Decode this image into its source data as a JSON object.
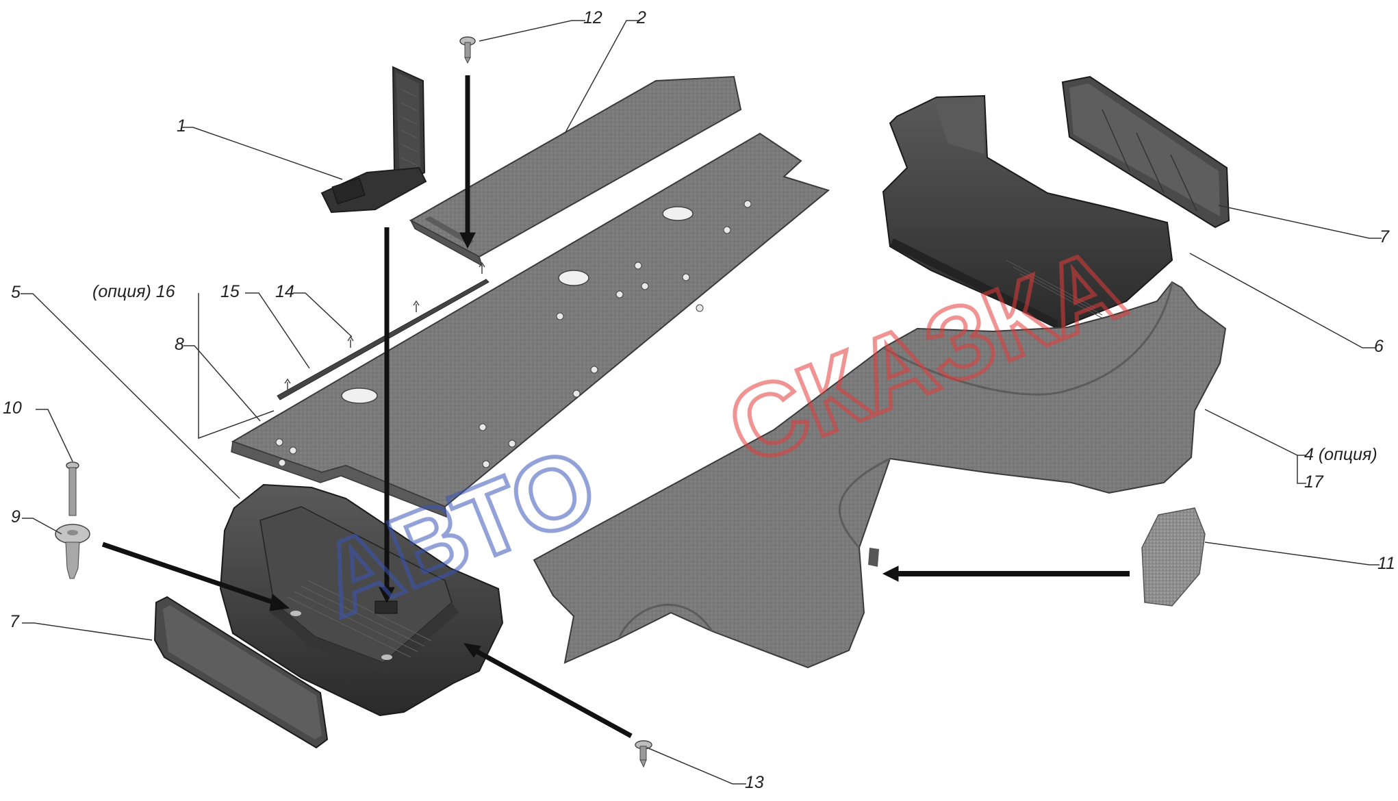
{
  "colors": {
    "part_dark": "#3a3a3a",
    "part_mid": "#6e6e6e",
    "part_light": "#9a9a9a",
    "foam": "#8f8f8f",
    "leader": "#333333",
    "arrow": "#111111",
    "wm_red": "#e23b3b",
    "wm_blue": "#3a55b8"
  },
  "labels": {
    "l1": "1",
    "l2": "2",
    "l4": "4 (опция)",
    "l5": "5",
    "l6": "6",
    "l7r": "7",
    "l7l": "7",
    "l8": "8",
    "l9": "9",
    "l10": "10",
    "l11": "11",
    "l12": "12",
    "l13": "13",
    "l14": "14",
    "l15": "15",
    "l16": "(опция) 16",
    "l17": "17"
  },
  "watermark": {
    "part1": "АВТО",
    "part2": "СКАЗКА"
  }
}
